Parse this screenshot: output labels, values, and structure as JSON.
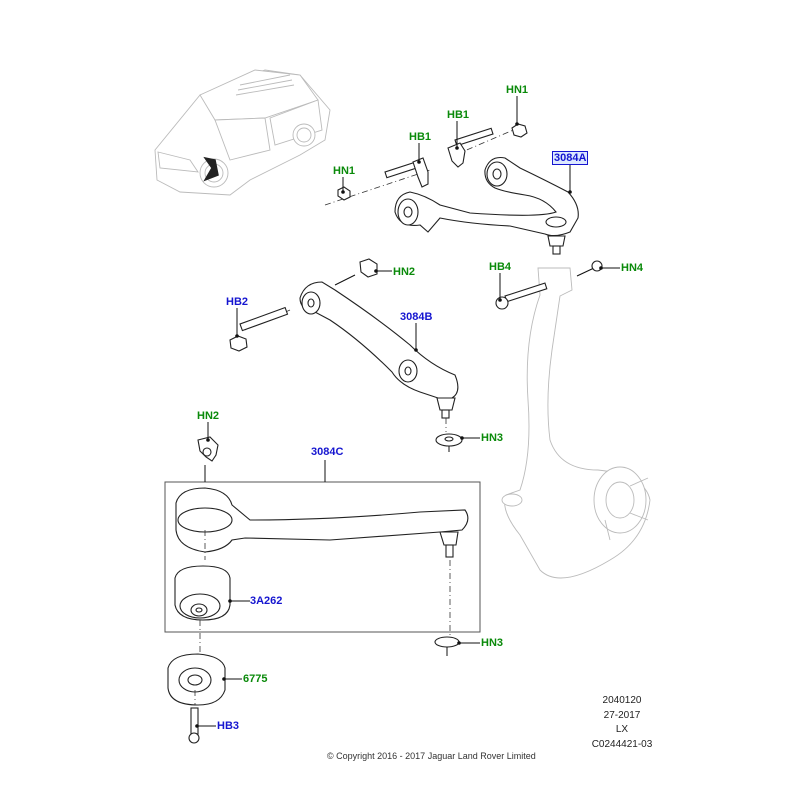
{
  "diagram": {
    "title": "Front Suspension Control Arms",
    "colors": {
      "part_number_blue": "#1515d0",
      "hardware_green": "#0a8a0a",
      "highlight_fill": "#dce8ff"
    },
    "callouts": {
      "hn1_left": "HN1",
      "hb1_left": "HB1",
      "hb1_right": "HB1",
      "hn1_right": "HN1",
      "upper_arm": "3084A",
      "hn2_top": "HN2",
      "hb2": "HB2",
      "lower_front_arm": "3084B",
      "hb4": "HB4",
      "hn4": "HN4",
      "hn2_left": "HN2",
      "hn3_upper": "HN3",
      "lower_rear_arm": "3084C",
      "bush": "3A262",
      "hn3_lower": "HN3",
      "mount": "6775",
      "hb3": "HB3"
    },
    "highlighted_part": "3084A",
    "meta": {
      "line1": "2040120",
      "line2": "27-2017",
      "line3": "LX",
      "line4": "C0244421-03"
    },
    "copyright": "© Copyright 2016 - 2017 Jaguar Land Rover Limited"
  }
}
